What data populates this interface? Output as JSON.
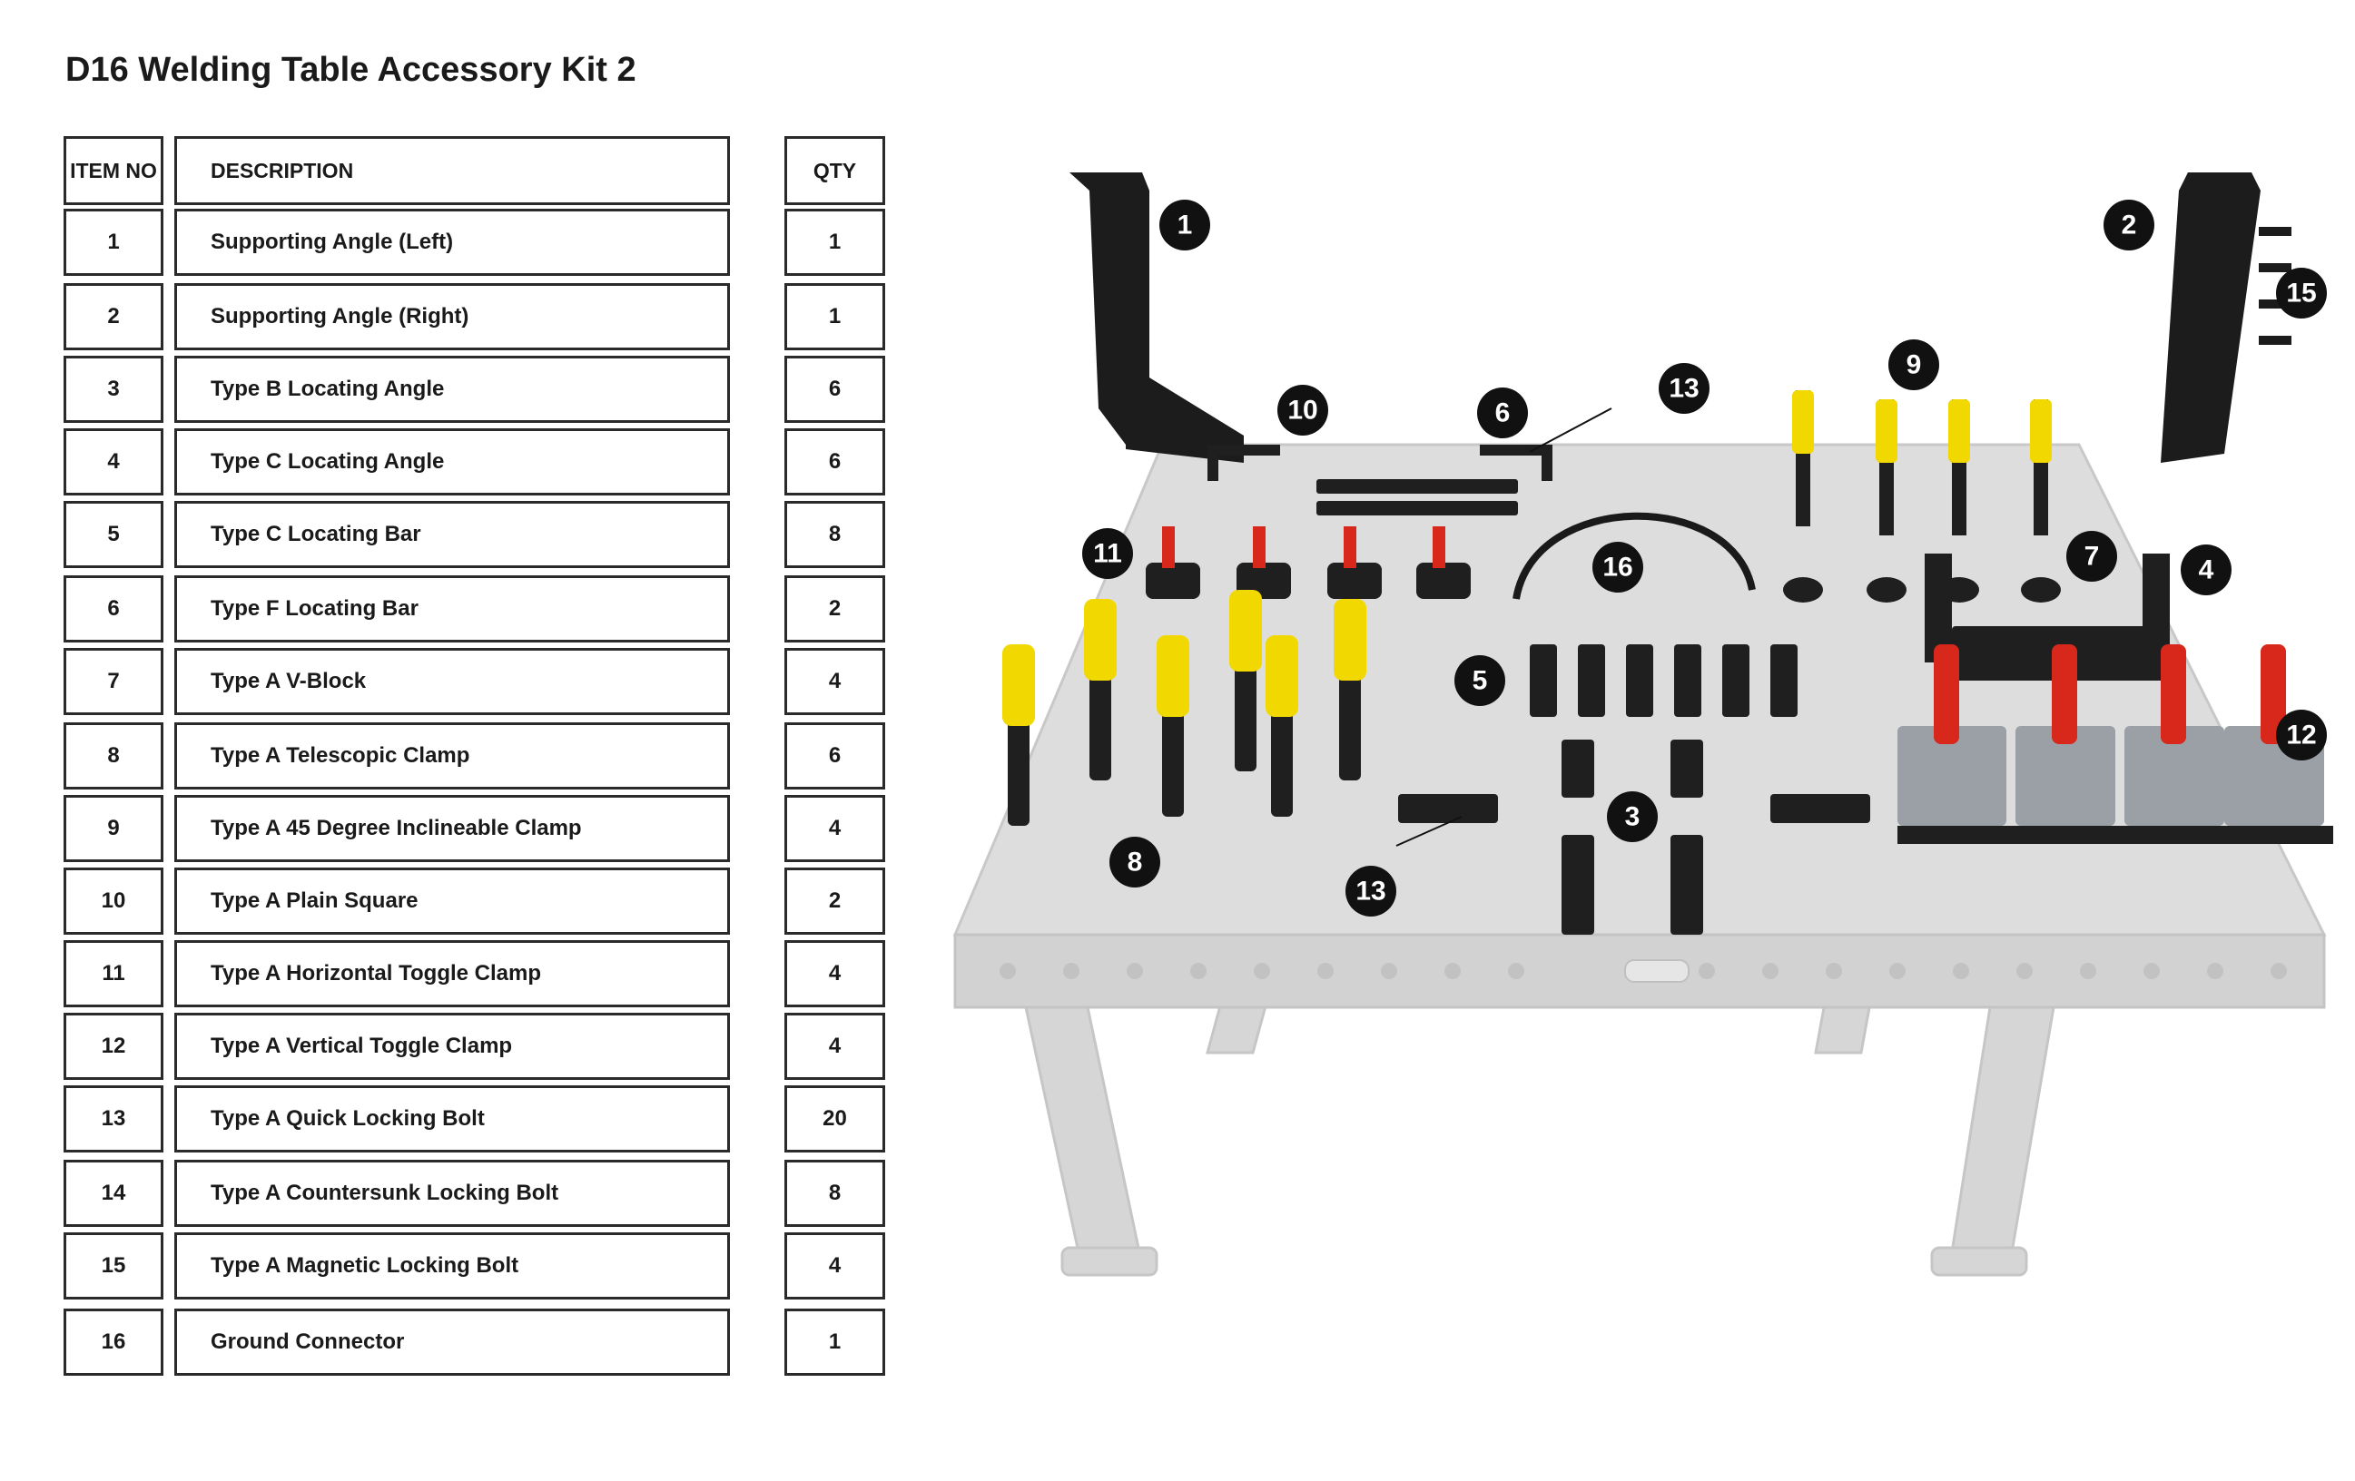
{
  "title": "D16 Welding Table Accessory Kit 2",
  "table": {
    "headers": {
      "item_no": "ITEM NO",
      "description": "DESCRIPTION",
      "qty": "QTY"
    },
    "rows": [
      {
        "no": "1",
        "description": "Supporting Angle (Left)",
        "qty": "1"
      },
      {
        "no": "2",
        "description": "Supporting Angle (Right)",
        "qty": "1"
      },
      {
        "no": "3",
        "description": "Type B Locating Angle",
        "qty": "6"
      },
      {
        "no": "4",
        "description": "Type C Locating Angle",
        "qty": "6"
      },
      {
        "no": "5",
        "description": "Type C Locating Bar",
        "qty": "8"
      },
      {
        "no": "6",
        "description": "Type F Locating Bar",
        "qty": "2"
      },
      {
        "no": "7",
        "description": "Type A V-Block",
        "qty": "4"
      },
      {
        "no": "8",
        "description": "Type A Telescopic Clamp",
        "qty": "6"
      },
      {
        "no": "9",
        "description": "Type A 45 Degree Inclineable Clamp",
        "qty": "4"
      },
      {
        "no": "10",
        "description": "Type A Plain Square",
        "qty": "2"
      },
      {
        "no": "11",
        "description": "Type A Horizontal Toggle Clamp",
        "qty": "4"
      },
      {
        "no": "12",
        "description": "Type A Vertical Toggle Clamp",
        "qty": "4"
      },
      {
        "no": "13",
        "description": "Type A Quick Locking Bolt",
        "qty": "20"
      },
      {
        "no": "14",
        "description": "Type A Countersunk Locking Bolt",
        "qty": "8"
      },
      {
        "no": "15",
        "description": "Type A Magnetic Locking Bolt",
        "qty": "4"
      },
      {
        "no": "16",
        "description": "Ground Connector",
        "qty": "1"
      }
    ]
  },
  "figure": {
    "callouts": [
      "1",
      "2",
      "15",
      "10",
      "6",
      "13",
      "9",
      "11",
      "16",
      "7",
      "4",
      "5",
      "12",
      "3",
      "8",
      "13"
    ]
  },
  "colors": {
    "border": "#2a2a2a",
    "table_top": "#dcdcdc",
    "accessory": "#1c1c1c",
    "clamp_red": "#d8281c",
    "clamp_yellow": "#f1d800"
  }
}
